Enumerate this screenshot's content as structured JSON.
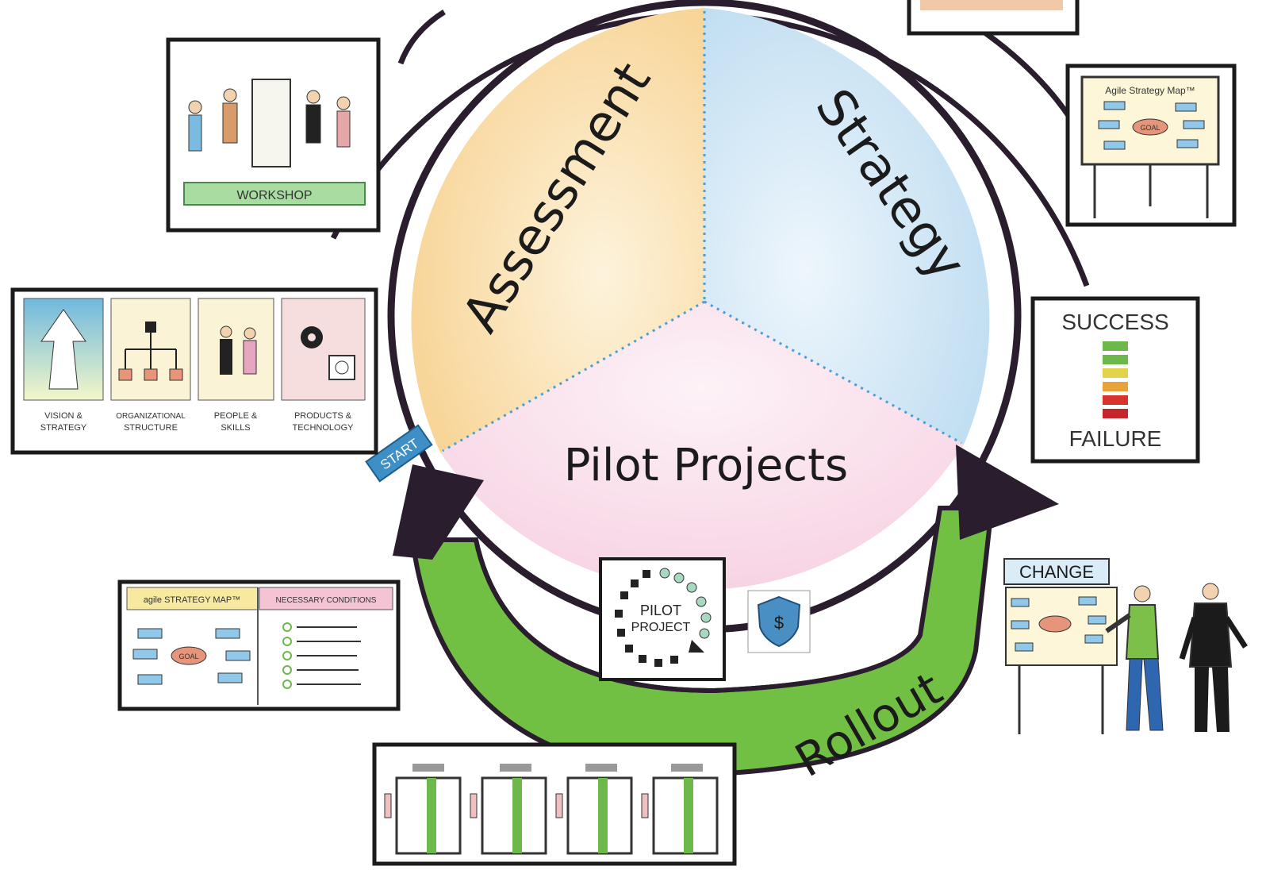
{
  "diagram": {
    "segments": {
      "assessment": "Assessment",
      "strategy": "Strategy",
      "pilot": "Pilot Projects",
      "rollout": "Rollout"
    },
    "start_label": "START",
    "workshop_label": "WORKSHOP",
    "assessment_panels": [
      {
        "line1": "VISION &",
        "line2": "STRATEGY"
      },
      {
        "line1": "ORGANIZATIONAL",
        "line2": "STRUCTURE"
      },
      {
        "line1": "PEOPLE &",
        "line2": "SKILLS"
      },
      {
        "line1": "PRODUCTS &",
        "line2": "TECHNOLOGY"
      }
    ],
    "strategy_map_title": "Agile Strategy Map™",
    "goal_label": "GOAL",
    "success_label": "SUCCESS",
    "failure_label": "FAILURE",
    "pilot_project_line1": "PILOT",
    "pilot_project_line2": "PROJECT",
    "shield_symbol": "$",
    "change_label": "CHANGE",
    "strategy_map_left_title": "agile STRATEGY MAP™",
    "necessary_conditions_title": "NECESSARY CONDITIONS",
    "colors": {
      "assessment": "#f9e1b2",
      "strategy": "#d8eaf7",
      "pilot": "#fbe5ef",
      "rollout": "#72c043",
      "outline": "#2a1d2e",
      "start": "#3d8fc6"
    },
    "icons": [
      "workshop-icon",
      "gear-icon",
      "shield-icon",
      "building-icon",
      "people-icon",
      "org-chart-icon"
    ]
  }
}
